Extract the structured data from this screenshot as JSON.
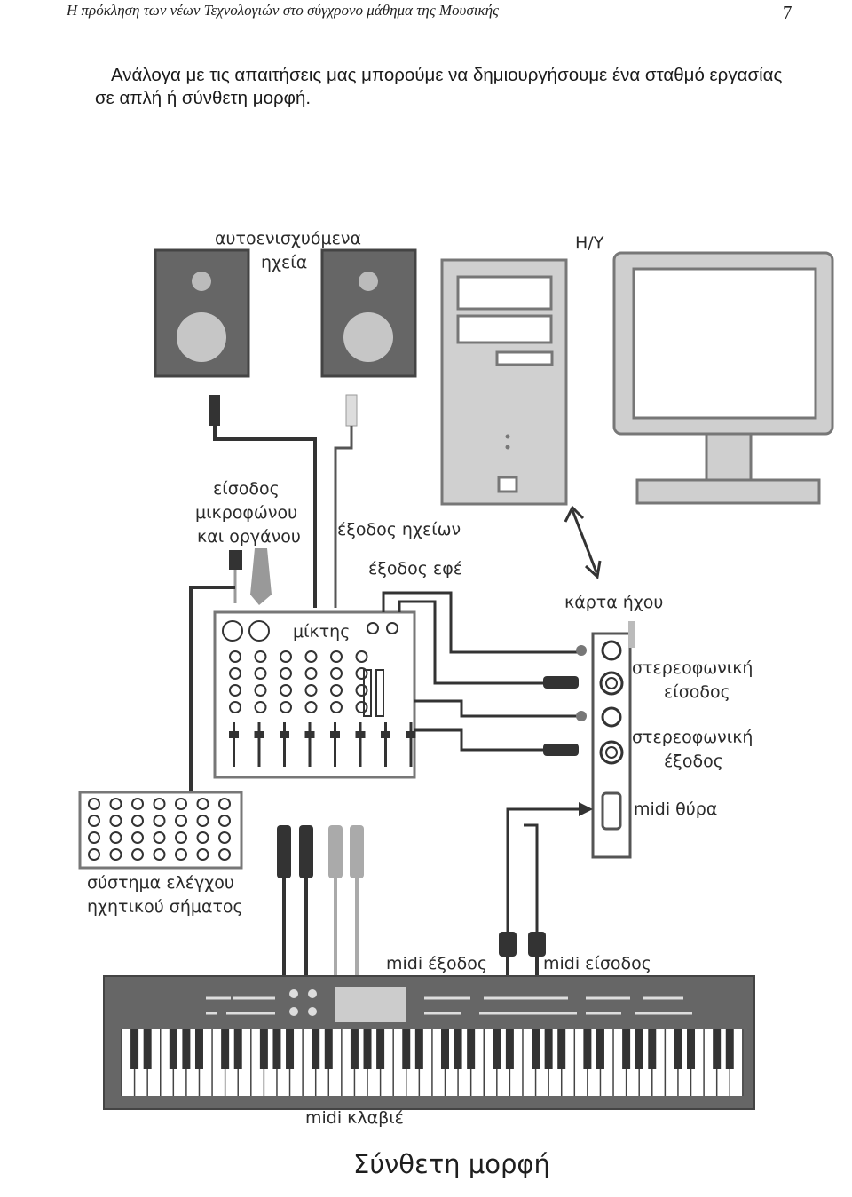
{
  "header": {
    "running_title": "Η πρόκληση των νέων Τεχνολογιών στο σύγχρονο μάθημα της Μουσικής",
    "page_number": "7"
  },
  "intro_text": "Ανάλογα με τις απαιτήσεις μας μπορούμε να δημιουργήσουμε ένα σταθμό εργασίας σε απλή ή σύνθετη μορφή.",
  "diagram": {
    "labels": {
      "speakers_1": "αυτοενισχυόμενα",
      "speakers_2": "ηχεία",
      "pc": "Η/Υ",
      "mic_input_1": "είσοδος",
      "mic_input_2": "μικροφώνου",
      "mic_input_3": "και οργάνου",
      "speaker_out": "έξοδος ηχείων",
      "fx_out": "έξοδος εφέ",
      "sound_card": "κάρτα ήχου",
      "mixer": "μίκτης",
      "stereo_in_1": "στερεοφωνική",
      "stereo_in_2": "είσοδος",
      "stereo_out_1": "στερεοφωνική",
      "stereo_out_2": "έξοδος",
      "midi_port": "midi θύρα",
      "control_1": "σύστημα ελέγχου",
      "control_2": "ηχητικού σήματος",
      "midi_out": "midi έξοδος",
      "midi_in": "midi είσοδος",
      "keyboard": "midi κλαβιέ"
    },
    "caption": "Σύνθετη μορφή"
  },
  "colors": {
    "device_gray": "#666666",
    "line": "#333333",
    "light": "#c8c8c8"
  }
}
